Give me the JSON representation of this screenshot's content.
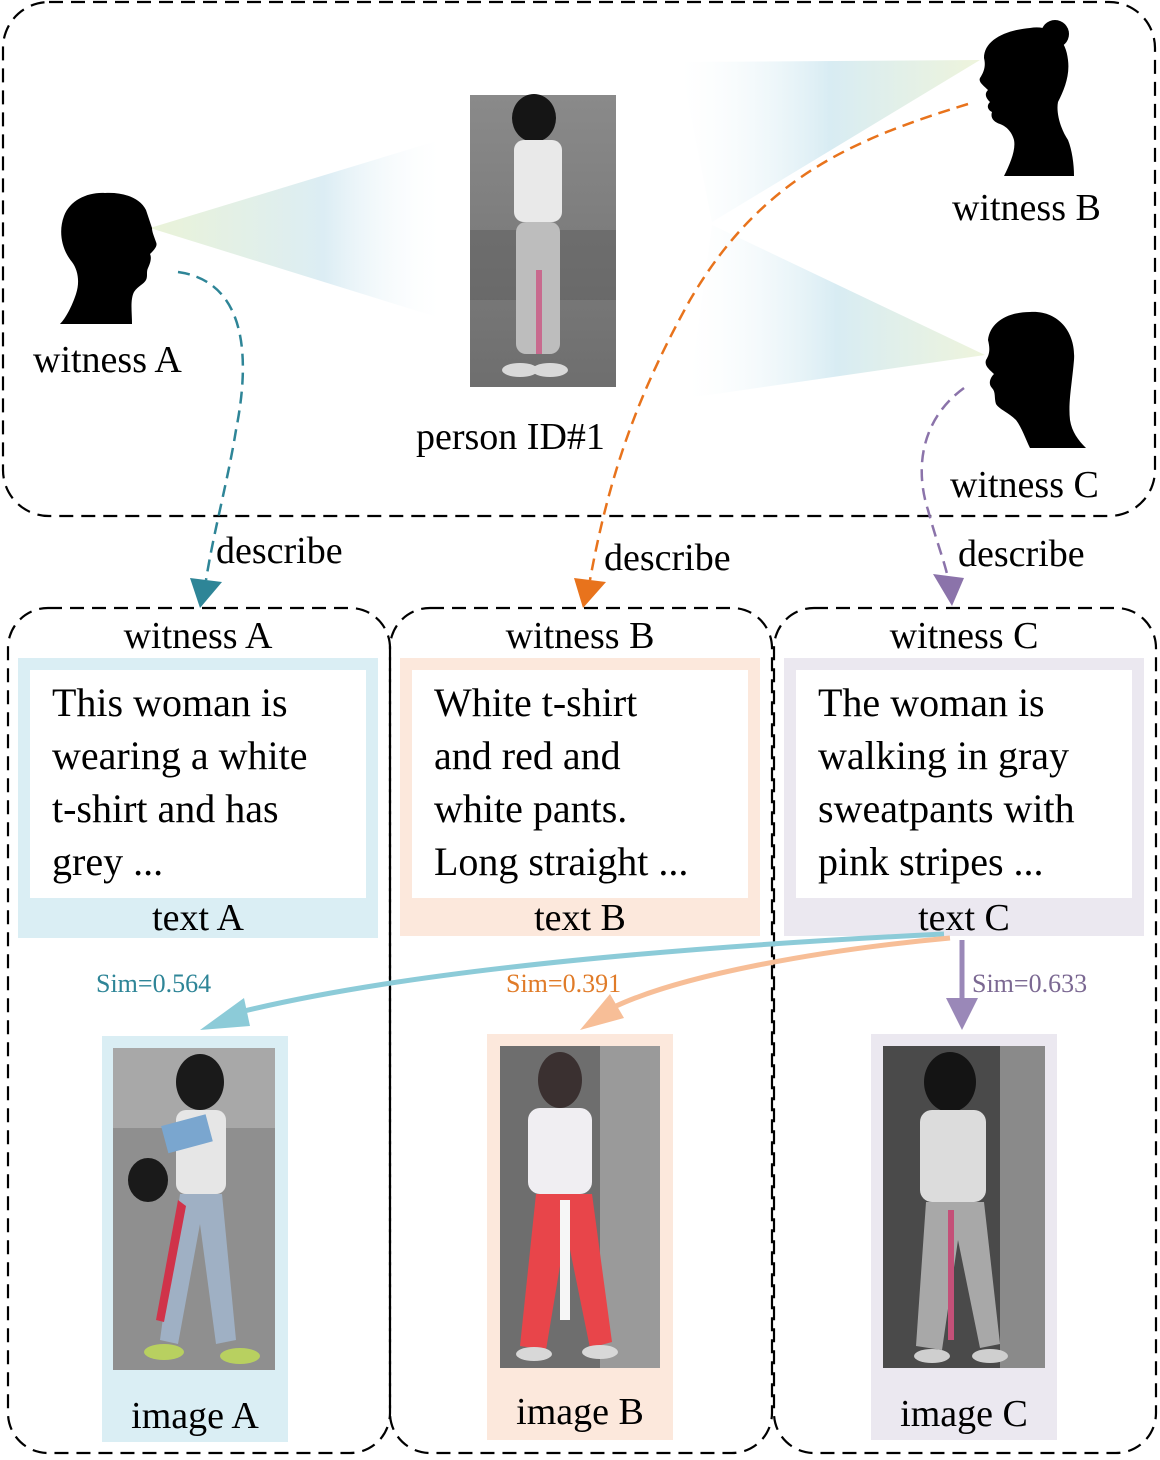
{
  "scene": {
    "witnesses": {
      "a": "witness A",
      "b": "witness B",
      "c": "witness C"
    },
    "person_label": "person ID#1"
  },
  "describe_labels": [
    "describe",
    "describe",
    "describe"
  ],
  "panels": [
    {
      "header": "witness A",
      "text_lines": [
        "This woman is",
        "wearing a white",
        "t-shirt and has",
        "grey ..."
      ],
      "text_label": "text A",
      "image_label": "image A",
      "accent": "#daeef4"
    },
    {
      "header": "witness B",
      "text_lines": [
        "White t-shirt",
        "and red and",
        "white pants.",
        "Long straight ..."
      ],
      "text_label": "text B",
      "image_label": "image B",
      "accent": "#fce8dc"
    },
    {
      "header": "witness C",
      "text_lines": [
        "The woman is",
        "walking in gray",
        "sweatpants with",
        "pink stripes  ..."
      ],
      "text_label": "text C",
      "image_label": "image C",
      "accent": "#ebe8f0"
    }
  ],
  "similarities": [
    {
      "label": "Sim=0.564",
      "color": "#2e8597",
      "arrow_color": "#8ccbd8"
    },
    {
      "label": "Sim=0.391",
      "color": "#e07b28",
      "arrow_color": "#f7be97"
    },
    {
      "label": "Sim=0.633",
      "color": "#7b6892",
      "arrow_color": "#9a88b8"
    }
  ],
  "colors": {
    "witness_a_arrow": "#2e8597",
    "witness_b_arrow": "#e8731c",
    "witness_c_arrow": "#8b73aa",
    "silhouette": "#000000",
    "dash_border": "#000000"
  }
}
